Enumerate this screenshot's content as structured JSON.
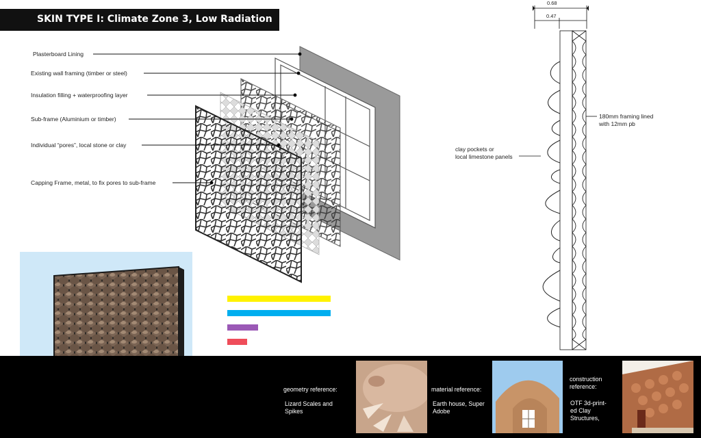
{
  "title": "SKIN TYPE I: Climate Zone 3, Low Radiation",
  "callouts": [
    "Plasterboard Lining",
    "Existing wall framing (timber or steel)",
    "Insulation filling + waterproofing layer",
    "Sub-frame (Aluminium or timber)",
    "Individual “pores”, local stone or clay",
    "Capping Frame, metal, to fix pores to sub-frame"
  ],
  "section": {
    "dim_outer": "0.68",
    "dim_inner": "0.47",
    "framing_label": [
      "180mm framing lined",
      "with 12mm pb"
    ],
    "pocket_label": [
      "clay pockets or",
      "local limestone panels"
    ]
  },
  "bars": [
    {
      "color": "#fff200",
      "value": 1.0
    },
    {
      "color": "#00aeef",
      "value": 1.0
    },
    {
      "color": "#9b59b6",
      "value": 0.3
    },
    {
      "color": "#ef4d5a",
      "value": 0.19
    }
  ],
  "references": [
    {
      "head": [
        "geometry reference:"
      ],
      "desc": [
        "Lizard Scales and",
        "Spikes"
      ]
    },
    {
      "head": [
        "material reference:"
      ],
      "desc": [
        "Earth house, Super",
        "Adobe"
      ]
    },
    {
      "head": [
        "construction",
        "reference:"
      ],
      "desc": [
        "OTF 3d-print-",
        "ed Clay",
        "Structures,"
      ]
    }
  ],
  "colors": {
    "accent_dark": "#111111",
    "footer": "#000000",
    "render_bg": "#cfe8f8"
  }
}
